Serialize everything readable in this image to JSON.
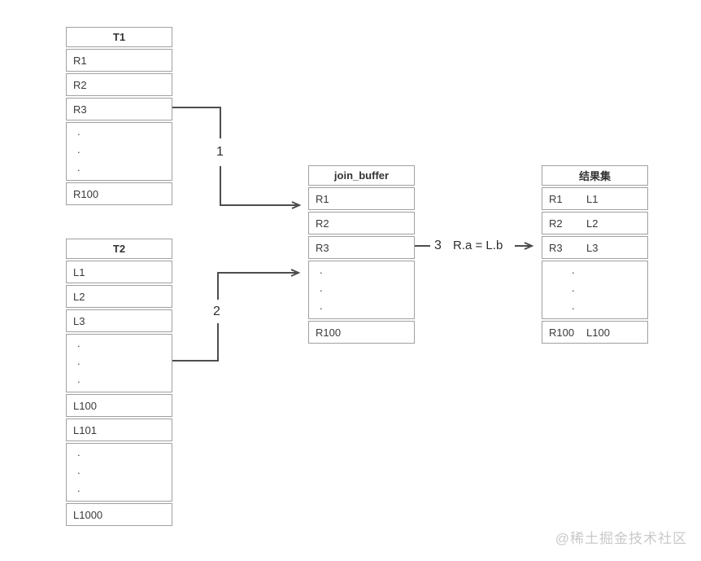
{
  "t1": {
    "title": "T1",
    "r1": "R1",
    "r2": "R2",
    "r3": "R3",
    "last": "R100"
  },
  "t2": {
    "title": "T2",
    "r1": "L1",
    "r2": "L2",
    "r3": "L3",
    "mid1": "L100",
    "mid2": "L101",
    "last": "L1000"
  },
  "join_buffer": {
    "title": "join_buffer",
    "r1": "R1",
    "r2": "R2",
    "r3": "R3",
    "last": "R100"
  },
  "result": {
    "title": "结果集",
    "r1l": "R1",
    "r1r": "L1",
    "r2l": "R2",
    "r2r": "L2",
    "r3l": "R3",
    "r3r": "L3",
    "lastl": "R100",
    "lastr": "L100"
  },
  "labels": {
    "step1": "1",
    "step2": "2",
    "step3": "3",
    "condition": "R.a = L.b"
  },
  "dot": ".",
  "watermark": "@稀土掘金技术社区",
  "colors": {
    "border": "#a0a0a0",
    "text": "#3a3a3a",
    "arrow": "#4d4d4d",
    "watermark": "#c9c9c9",
    "background": "#ffffff"
  }
}
